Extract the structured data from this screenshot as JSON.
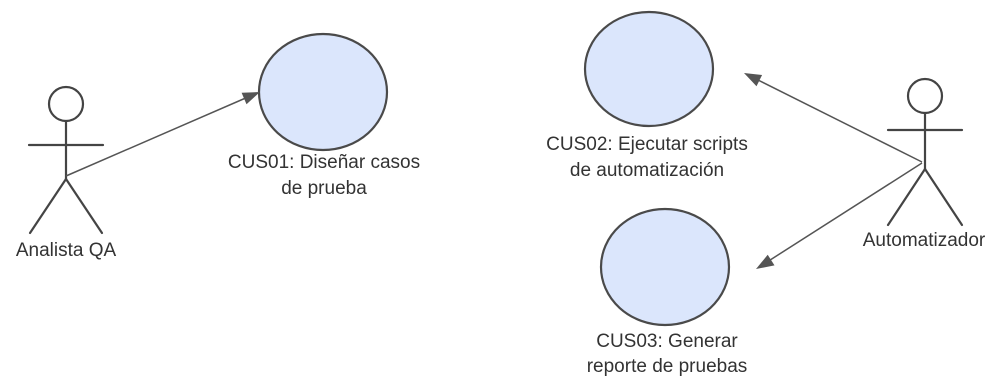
{
  "actors": {
    "qa_analyst": {
      "label": "Analista QA"
    },
    "automator": {
      "label": "Automatizador"
    }
  },
  "use_cases": {
    "cus01": {
      "lines": [
        "CUS01: Diseñar casos",
        "de prueba"
      ]
    },
    "cus02": {
      "lines": [
        "CUS02: Ejecutar scripts",
        "de automatización"
      ]
    },
    "cus03": {
      "lines": [
        "CUS03: Generar",
        "reporte de pruebas"
      ]
    }
  },
  "colors": {
    "use_case_fill": "#dbe6fc",
    "outline": "#4a4a4a",
    "text": "#333333"
  }
}
